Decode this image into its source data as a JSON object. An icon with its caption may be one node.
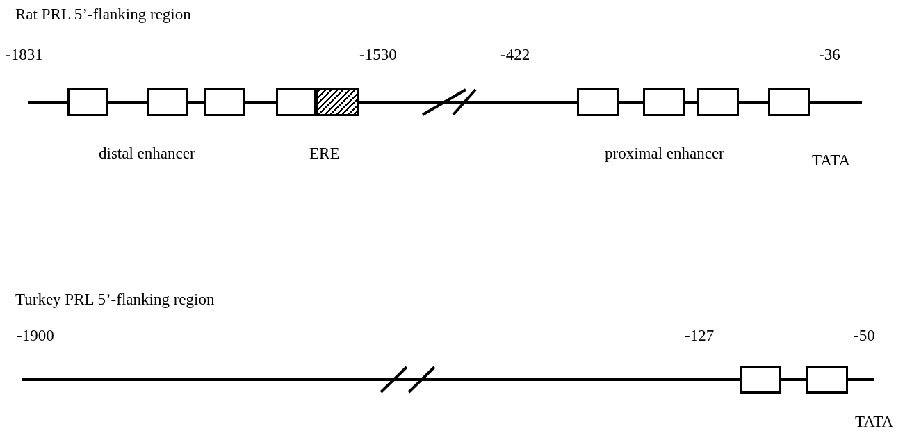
{
  "diagram": {
    "nodes": [
      {
        "text": [],
        "shape": "box"
      },
      {
        "text": [],
        "shape": "box"
      },
      {
        "text": [],
        "shape": "box"
      },
      {
        "text": [],
        "shape": "box"
      },
      {
        "text": [],
        "shape": "box"
      },
      {
        "text": [],
        "shape": "box"
      },
      {
        "text": [],
        "shape": "box"
      },
      {
        "text": [],
        "shape": "box"
      },
      {
        "text": [],
        "shape": "box"
      },
      {
        "text": [],
        "shape": "box"
      },
      {
        "text": [],
        "shape": "box"
      }
    ],
    "edges": [
      {
        "from": null,
        "to": 0,
        "arrow": "none"
      },
      {
        "from": 0,
        "to": 1,
        "arrow": "none"
      },
      {
        "from": 1,
        "to": 2,
        "arrow": "none"
      },
      {
        "from": 2,
        "to": 3,
        "arrow": "none"
      },
      {
        "from": 4,
        "to": 5,
        "arrow": "none"
      },
      {
        "from": 5,
        "to": 6,
        "arrow": "none"
      },
      {
        "from": 6,
        "to": 7,
        "arrow": "none"
      },
      {
        "from": 7,
        "to": 8,
        "arrow": "none"
      },
      {
        "from": 8,
        "to": null,
        "arrow": "none"
      },
      {
        "from": null,
        "to": 9,
        "arrow": "none"
      },
      {
        "from": 9,
        "to": 10,
        "arrow": "none"
      },
      {
        "from": 10,
        "to": null,
        "arrow": "none"
      }
    ],
    "labels": [
      "Rat PRL 5’-flanking region",
      "-1831",
      "-1530",
      "-422",
      "-36",
      "distal enhancer",
      "ERE",
      "proximal enhancer",
      "TATA",
      "Turkey PRL 5’-flanking region",
      "-1900",
      "-127",
      "-50",
      "TATA"
    ]
  }
}
